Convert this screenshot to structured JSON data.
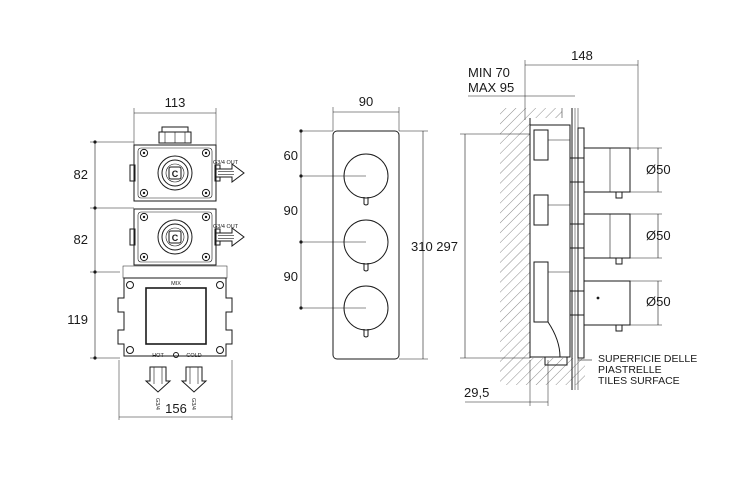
{
  "front_view": {
    "width_top": "113",
    "height_1": "82",
    "height_2": "82",
    "height_3": "119",
    "width_bottom": "156",
    "outlet_label_1": "G3/4 OUT",
    "outlet_label_2": "G3/4 OUT",
    "mix_label": "MIX",
    "hot_label": "HOT",
    "cold_label": "COLD",
    "inlet_label_hot": "G3/4",
    "inlet_label_cold": "G3/4"
  },
  "plate_view": {
    "width": "90",
    "offset_1": "60",
    "offset_2": "90",
    "offset_3": "90",
    "height": "310"
  },
  "side_view": {
    "depth": "148",
    "min_label": "MIN 70",
    "max_label": "MAX 95",
    "height": "297",
    "knob_diameter_1": "Ø50",
    "knob_diameter_2": "Ø50",
    "knob_diameter_3": "Ø50",
    "tile_label_1": "SUPERFICIE DELLE",
    "tile_label_2": "PIASTRELLE",
    "tile_label_3": "TILES SURFACE",
    "bottom_offset": "29,5"
  }
}
